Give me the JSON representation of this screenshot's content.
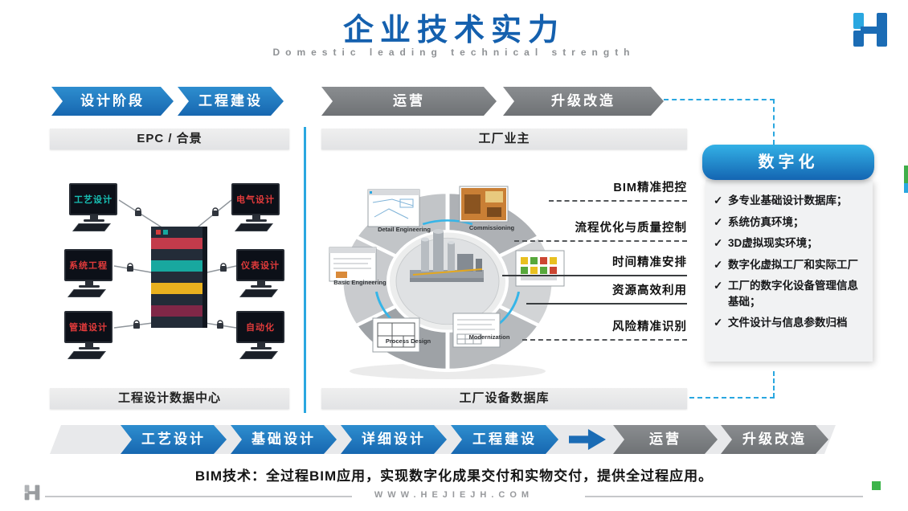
{
  "header": {
    "title": "企业技术实力",
    "subtitle": "Domestic leading technical strength"
  },
  "top_flow": {
    "items": [
      {
        "label": "设计阶段",
        "color": "blue"
      },
      {
        "label": "工程建设",
        "color": "blue"
      },
      {
        "label": "运营",
        "color": "gray"
      },
      {
        "label": "升级改造",
        "color": "gray"
      }
    ]
  },
  "left_panel": {
    "header": "EPC / 合景",
    "footer": "工程设计数据中心",
    "workstations": [
      "工艺设计",
      "电气设计",
      "系统工程",
      "仪表设计",
      "管道设计",
      "自动化"
    ]
  },
  "center_panel": {
    "header": "工厂业主",
    "footer": "工厂设备数据库",
    "segments": [
      "Detail Engineering",
      "Commissioning",
      "Basic Engineering",
      "Process Design",
      "Modernization"
    ]
  },
  "benefits": {
    "items": [
      "BIM精准把控",
      "流程优化与质量控制",
      "时间精准安排",
      "资源高效利用",
      "风险精准识别"
    ]
  },
  "digital": {
    "title": "数字化",
    "check_glyph": "✓",
    "items": [
      "多专业基础设计数据库；",
      "系统仿真环境；",
      "3D虚拟现实环境；",
      "数字化虚拟工厂和实际工厂",
      "工厂的数字化设备管理信息基础；",
      "文件设计与信息参数归档"
    ]
  },
  "bottom_flow": {
    "items": [
      {
        "label": "工艺设计",
        "color": "blue"
      },
      {
        "label": "基础设计",
        "color": "blue"
      },
      {
        "label": "详细设计",
        "color": "blue"
      },
      {
        "label": "工程建设",
        "color": "blue"
      },
      {
        "label": "运营",
        "color": "gray"
      },
      {
        "label": "升级改造",
        "color": "gray"
      }
    ]
  },
  "bim_note": "BIM技术：全过程BIM应用，实现数字化成果交付和实物交付，提供全过程应用。",
  "footer": {
    "site": "WWW.HEJIEJH.COM"
  },
  "colors": {
    "accent_blue": "#1b6cb5",
    "light_blue": "#2aa7e0",
    "gray": "#808285",
    "green": "#3cb44a"
  }
}
